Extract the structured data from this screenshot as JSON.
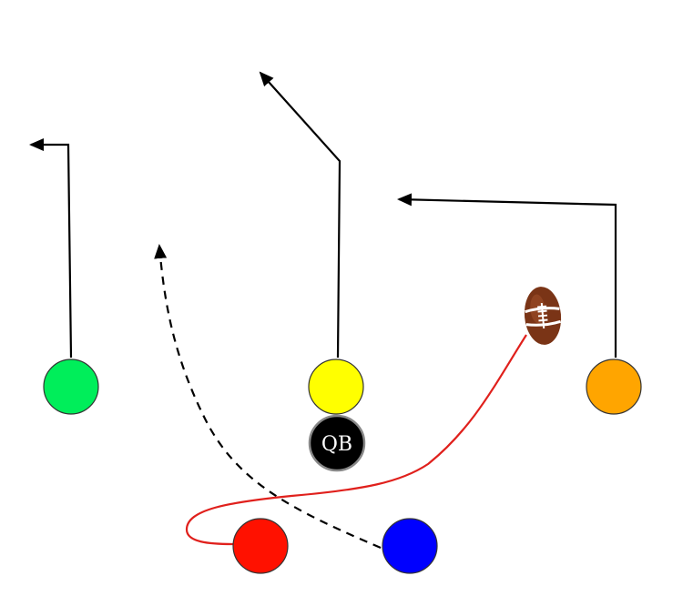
{
  "diagram": {
    "players": [
      {
        "name": "green-receiver",
        "color": "#00ee5a",
        "label": ""
      },
      {
        "name": "yellow-receiver",
        "color": "#ffff00",
        "label": ""
      },
      {
        "name": "quarterback",
        "color": "#000000",
        "label": "QB"
      },
      {
        "name": "orange-receiver",
        "color": "#ffa500",
        "label": ""
      },
      {
        "name": "red-back",
        "color": "#ff1100",
        "label": ""
      },
      {
        "name": "blue-back",
        "color": "#0000ff",
        "label": ""
      }
    ],
    "route_colors": {
      "solid": "#000000",
      "dashed": "#000000",
      "ball_path": "#e0201c"
    },
    "ball_icon": "football-icon"
  }
}
